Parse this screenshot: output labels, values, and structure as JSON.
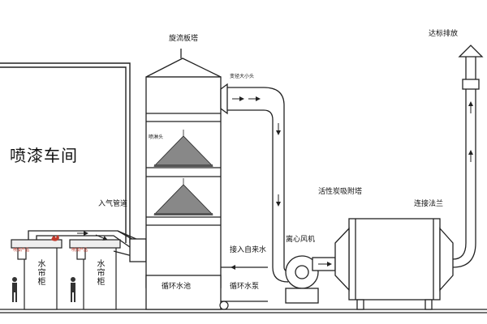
{
  "labels": {
    "spray_room": "喷漆车间",
    "swirl_tower": "旋流板塔",
    "reducer": "变径大小头",
    "spray_head": "喷淋头",
    "inlet_duct": "入气管道",
    "carbon_tower": "活性炭吸附塔",
    "flange": "连接法兰",
    "discharge": "达标排放",
    "tap_water": "接入自来水",
    "fan": "离心风机",
    "pool": "循环水池",
    "pump": "循环水泵",
    "curtain_1": "水帘柜",
    "curtain_2": "水帘柜",
    "tag_1": "喷漆产品",
    "tag_2": "喷漆产品"
  },
  "colors": {
    "line": "#222222",
    "flow": "#333333",
    "tag": "#c0392b"
  }
}
